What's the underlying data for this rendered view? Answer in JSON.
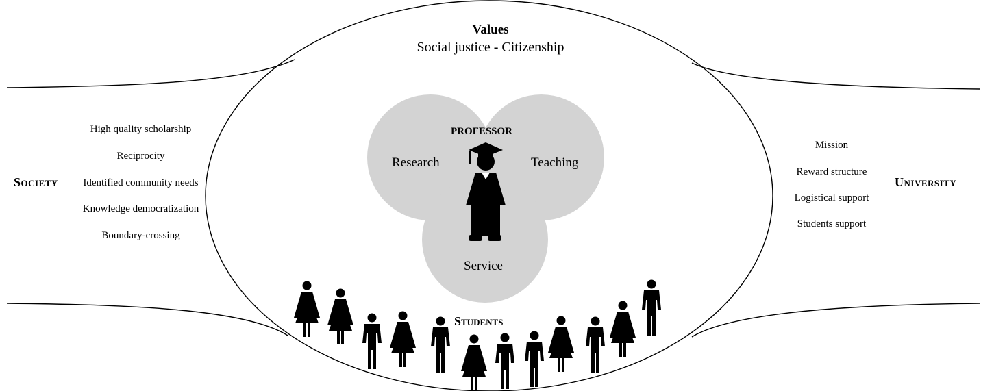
{
  "values": {
    "title": "Values",
    "subtitle": "Social justice - Citizenship"
  },
  "society": {
    "label": "Society",
    "items": [
      "High quality scholarship",
      "Reciprocity",
      "Identified community needs",
      "Knowledge democratization",
      "Boundary-crossing"
    ]
  },
  "university": {
    "label": "University",
    "items": [
      "Mission",
      "Reward structure",
      "Logistical support",
      "Students support"
    ]
  },
  "center": {
    "professor": "PROFESSOR",
    "research": "Research",
    "teaching": "Teaching",
    "service": "Service",
    "students": "Students"
  },
  "colors": {
    "circle_fill": "#d3d3d3",
    "figure": "#000000",
    "line": "#000000"
  },
  "icons": {
    "professor": "graduate-icon",
    "student_male": "male-person-icon",
    "student_female": "female-person-icon"
  }
}
